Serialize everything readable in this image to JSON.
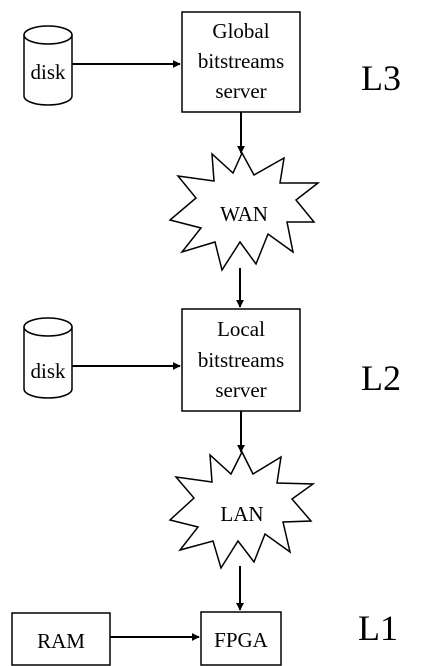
{
  "nodes": {
    "disk_top": "disk",
    "global_server": [
      "Global",
      "bitstreams",
      "server"
    ],
    "wan": "WAN",
    "disk_mid": "disk",
    "local_server": [
      "Local",
      "bitstreams",
      "server"
    ],
    "lan": "LAN",
    "ram": "RAM",
    "fpga": "FPGA"
  },
  "levels": {
    "l3": "L3",
    "l2": "L2",
    "l1": "L1"
  },
  "edges": [
    {
      "from": "disk",
      "to": "Global bitstreams server"
    },
    {
      "from": "Global bitstreams server",
      "to": "WAN"
    },
    {
      "from": "WAN",
      "to": "Local bitstreams server"
    },
    {
      "from": "disk",
      "to": "Local bitstreams server"
    },
    {
      "from": "Local bitstreams server",
      "to": "LAN"
    },
    {
      "from": "LAN",
      "to": "FPGA"
    },
    {
      "from": "RAM",
      "to": "FPGA"
    }
  ]
}
